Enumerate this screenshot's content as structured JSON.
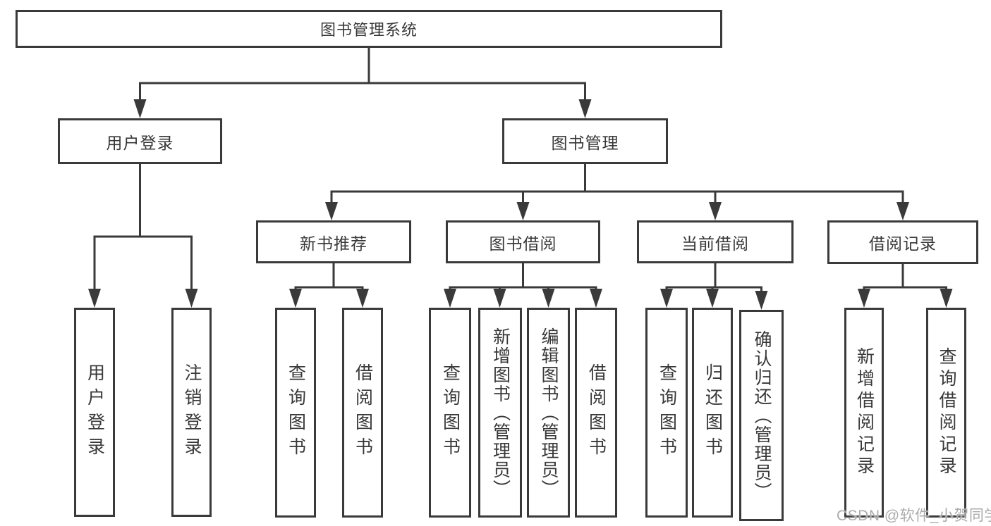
{
  "diagram": {
    "root": "图书管理系统",
    "level2": {
      "user_login": "用户登录",
      "book_mgmt": "图书管理"
    },
    "level3": {
      "new_book": "新书推荐",
      "book_borrow": "图书借阅",
      "current_borrow": "当前借阅",
      "borrow_record": "借阅记录"
    },
    "leaves": {
      "user_login": [
        "用户登录",
        "注销登录"
      ],
      "new_book": [
        "查询图书",
        "借阅图书"
      ],
      "book_borrow": [
        "查询图书",
        "新增图书（管理员）",
        "编辑图书（管理员）",
        "借阅图书"
      ],
      "current_borrow": [
        "查询图书",
        "归还图书",
        "确认归还（管理员）"
      ],
      "borrow_record": [
        "新增借阅记录",
        "查询借阅记录"
      ]
    }
  },
  "watermark": "CSDN @软件_小贺同学",
  "colors": {
    "line": "#3a3a3a",
    "text": "#383838",
    "watermark": "#ababab",
    "background": "#ffffff"
  }
}
